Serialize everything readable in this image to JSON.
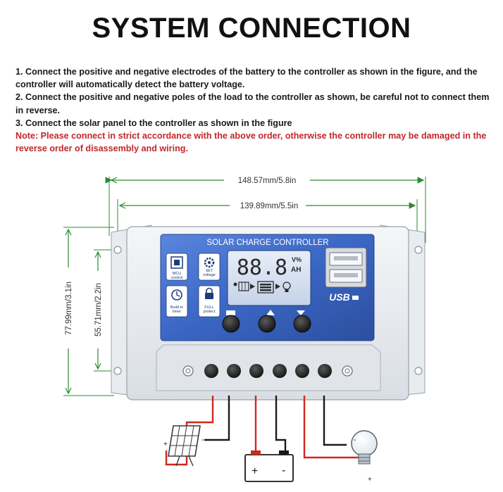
{
  "title": "SYSTEM CONNECTION",
  "instructions": {
    "step1": "1. Connect the positive and negative electrodes of the battery to the controller as shown in the figure, and the controller will automatically detect the battery voltage.",
    "step2": "2. Connect the positive and negative poles of the load to the controller as shown, be careful not to connect them in reverse.",
    "step3": "3. Connect the solar panel to the controller as shown in the figure",
    "note": "Note: Please connect in strict accordance with the above order, otherwise the controller may be damaged in the reverse order of disassembly and wiring."
  },
  "dimensions": {
    "outer_width": "148.57mm/5.8in",
    "inner_width": "139.89mm/5.5in",
    "outer_height": "77.99mm/3.1in",
    "inner_height": "55.71mm/2.2in"
  },
  "controller": {
    "header": "SOLAR CHARGE CONTROLLER",
    "lcd_digits": "88.8",
    "lcd_unit_top": "V%",
    "lcd_unit_bottom": "AH",
    "features": {
      "mcu": "MCU\ncontrol",
      "set_voltage": "SET\nvoltage",
      "timer": "Build-in\ntimer",
      "protect": "FULL\nprotect"
    },
    "usb_label": "USB"
  },
  "battery": {
    "plus": "+",
    "minus": "-"
  },
  "solar": {
    "plus": "+",
    "minus": "-"
  },
  "load": {
    "plus": "+",
    "minus": "-"
  },
  "colors": {
    "panel_blue": "#3a66c4",
    "note_red": "#c0282c",
    "wire_red": "#d0281e",
    "wire_black": "#1a1a1a",
    "dim_green": "#2f8a2f"
  }
}
